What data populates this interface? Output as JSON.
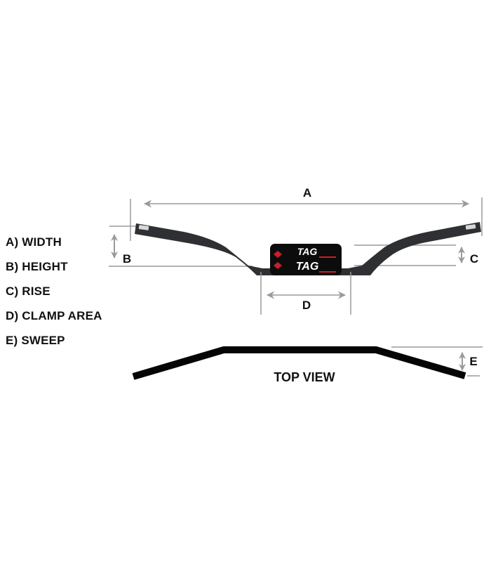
{
  "legend": {
    "items": [
      {
        "key": "A",
        "label": "A) WIDTH"
      },
      {
        "key": "B",
        "label": "B) HEIGHT"
      },
      {
        "key": "C",
        "label": "C) RISE"
      },
      {
        "key": "D",
        "label": "D) CLAMP AREA"
      },
      {
        "key": "E",
        "label": "E) SWEEP"
      }
    ]
  },
  "diagram": {
    "dimension_labels": {
      "A": "A",
      "B": "B",
      "C": "C",
      "D": "D",
      "E": "E"
    },
    "top_view_label": "TOP VIEW",
    "crossbar_pad_brand": "TAG",
    "colors": {
      "bar": "#2e3033",
      "dimension_line": "#9a9a9a",
      "pad": "#0c0c0c",
      "pad_accent": "#c8202a",
      "top_view": "#050505"
    }
  }
}
